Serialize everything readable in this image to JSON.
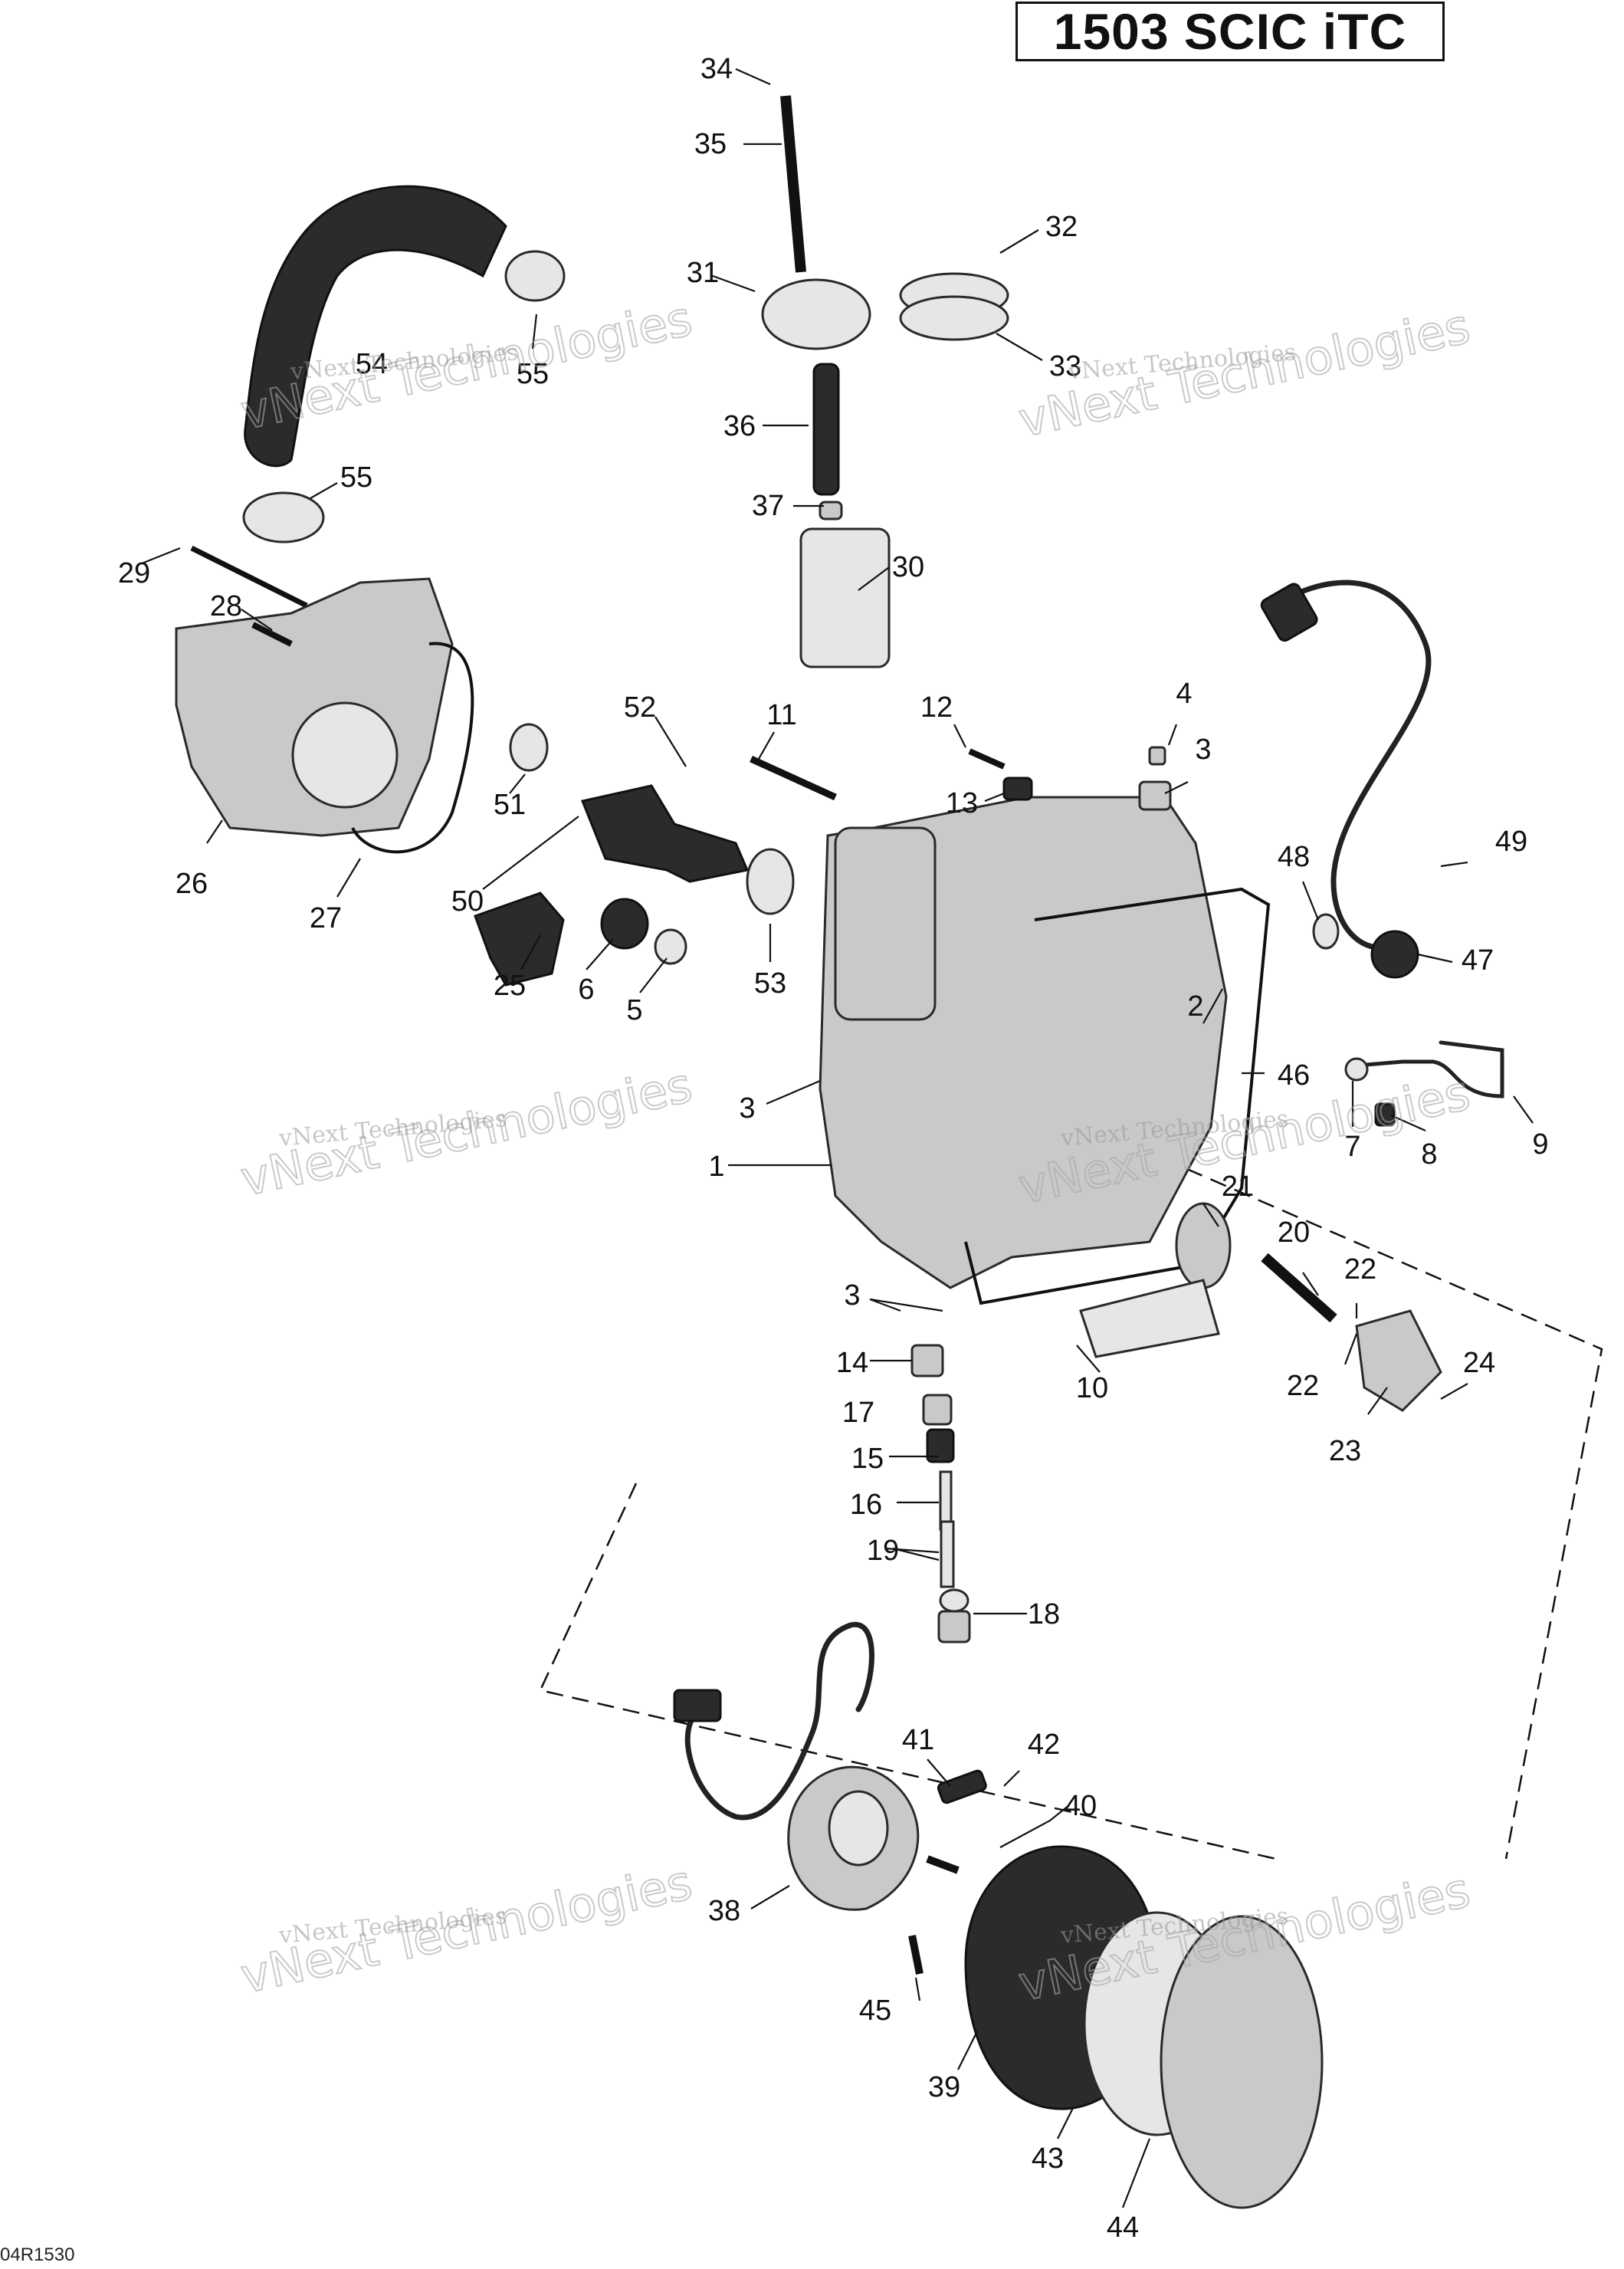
{
  "header": {
    "title": "1503 SCIC iTC"
  },
  "footer": {
    "code": "04R1530"
  },
  "watermark": {
    "line1": "vNext Technologies",
    "line2": "vNext Technologies"
  },
  "callouts": [
    {
      "id": "c1",
      "label": "1"
    },
    {
      "id": "c2",
      "label": "2"
    },
    {
      "id": "c3a",
      "label": "3"
    },
    {
      "id": "c3b",
      "label": "3"
    },
    {
      "id": "c3c",
      "label": "3"
    },
    {
      "id": "c4",
      "label": "4"
    },
    {
      "id": "c5",
      "label": "5"
    },
    {
      "id": "c6",
      "label": "6"
    },
    {
      "id": "c7",
      "label": "7"
    },
    {
      "id": "c8",
      "label": "8"
    },
    {
      "id": "c9",
      "label": "9"
    },
    {
      "id": "c10",
      "label": "10"
    },
    {
      "id": "c11",
      "label": "11"
    },
    {
      "id": "c12",
      "label": "12"
    },
    {
      "id": "c13",
      "label": "13"
    },
    {
      "id": "c14",
      "label": "14"
    },
    {
      "id": "c15",
      "label": "15"
    },
    {
      "id": "c16",
      "label": "16"
    },
    {
      "id": "c17",
      "label": "17"
    },
    {
      "id": "c18",
      "label": "18"
    },
    {
      "id": "c19",
      "label": "19"
    },
    {
      "id": "c20",
      "label": "20"
    },
    {
      "id": "c21",
      "label": "21"
    },
    {
      "id": "c22a",
      "label": "22"
    },
    {
      "id": "c22b",
      "label": "22"
    },
    {
      "id": "c23",
      "label": "23"
    },
    {
      "id": "c24",
      "label": "24"
    },
    {
      "id": "c25",
      "label": "25"
    },
    {
      "id": "c26",
      "label": "26"
    },
    {
      "id": "c27",
      "label": "27"
    },
    {
      "id": "c28",
      "label": "28"
    },
    {
      "id": "c29",
      "label": "29"
    },
    {
      "id": "c30",
      "label": "30"
    },
    {
      "id": "c31",
      "label": "31"
    },
    {
      "id": "c32",
      "label": "32"
    },
    {
      "id": "c33",
      "label": "33"
    },
    {
      "id": "c34",
      "label": "34"
    },
    {
      "id": "c35",
      "label": "35"
    },
    {
      "id": "c36",
      "label": "36"
    },
    {
      "id": "c37",
      "label": "37"
    },
    {
      "id": "c38",
      "label": "38"
    },
    {
      "id": "c39",
      "label": "39"
    },
    {
      "id": "c40",
      "label": "40"
    },
    {
      "id": "c41",
      "label": "41"
    },
    {
      "id": "c42",
      "label": "42"
    },
    {
      "id": "c43",
      "label": "43"
    },
    {
      "id": "c44",
      "label": "44"
    },
    {
      "id": "c45",
      "label": "45"
    },
    {
      "id": "c46",
      "label": "46"
    },
    {
      "id": "c47",
      "label": "47"
    },
    {
      "id": "c48",
      "label": "48"
    },
    {
      "id": "c49",
      "label": "49"
    },
    {
      "id": "c50",
      "label": "50"
    },
    {
      "id": "c51",
      "label": "51"
    },
    {
      "id": "c52",
      "label": "52"
    },
    {
      "id": "c53",
      "label": "53"
    },
    {
      "id": "c54",
      "label": "54"
    },
    {
      "id": "c55a",
      "label": "55"
    },
    {
      "id": "c55b",
      "label": "55"
    }
  ]
}
